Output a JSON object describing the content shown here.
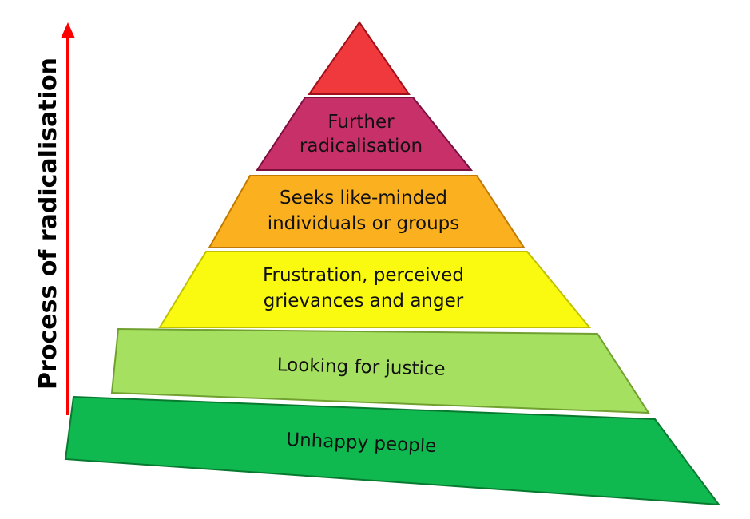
{
  "axis_label": "Process of radicalisation",
  "colors": {
    "arrow": "#ff0000"
  },
  "levels": [
    {
      "lines": [],
      "color": "#f0393d"
    },
    {
      "lines": [
        "Further",
        "radicalisation"
      ],
      "color": "#c8306a"
    },
    {
      "lines": [
        "Seeks like-minded",
        "individuals or groups"
      ],
      "color": "#fbb020"
    },
    {
      "lines": [
        "Frustration, perceived",
        "grievances and anger"
      ],
      "color": "#fafa10"
    },
    {
      "lines": [
        "Looking for justice"
      ],
      "color": "#a6e060"
    },
    {
      "lines": [
        "Unhappy people"
      ],
      "color": "#10b850"
    }
  ]
}
